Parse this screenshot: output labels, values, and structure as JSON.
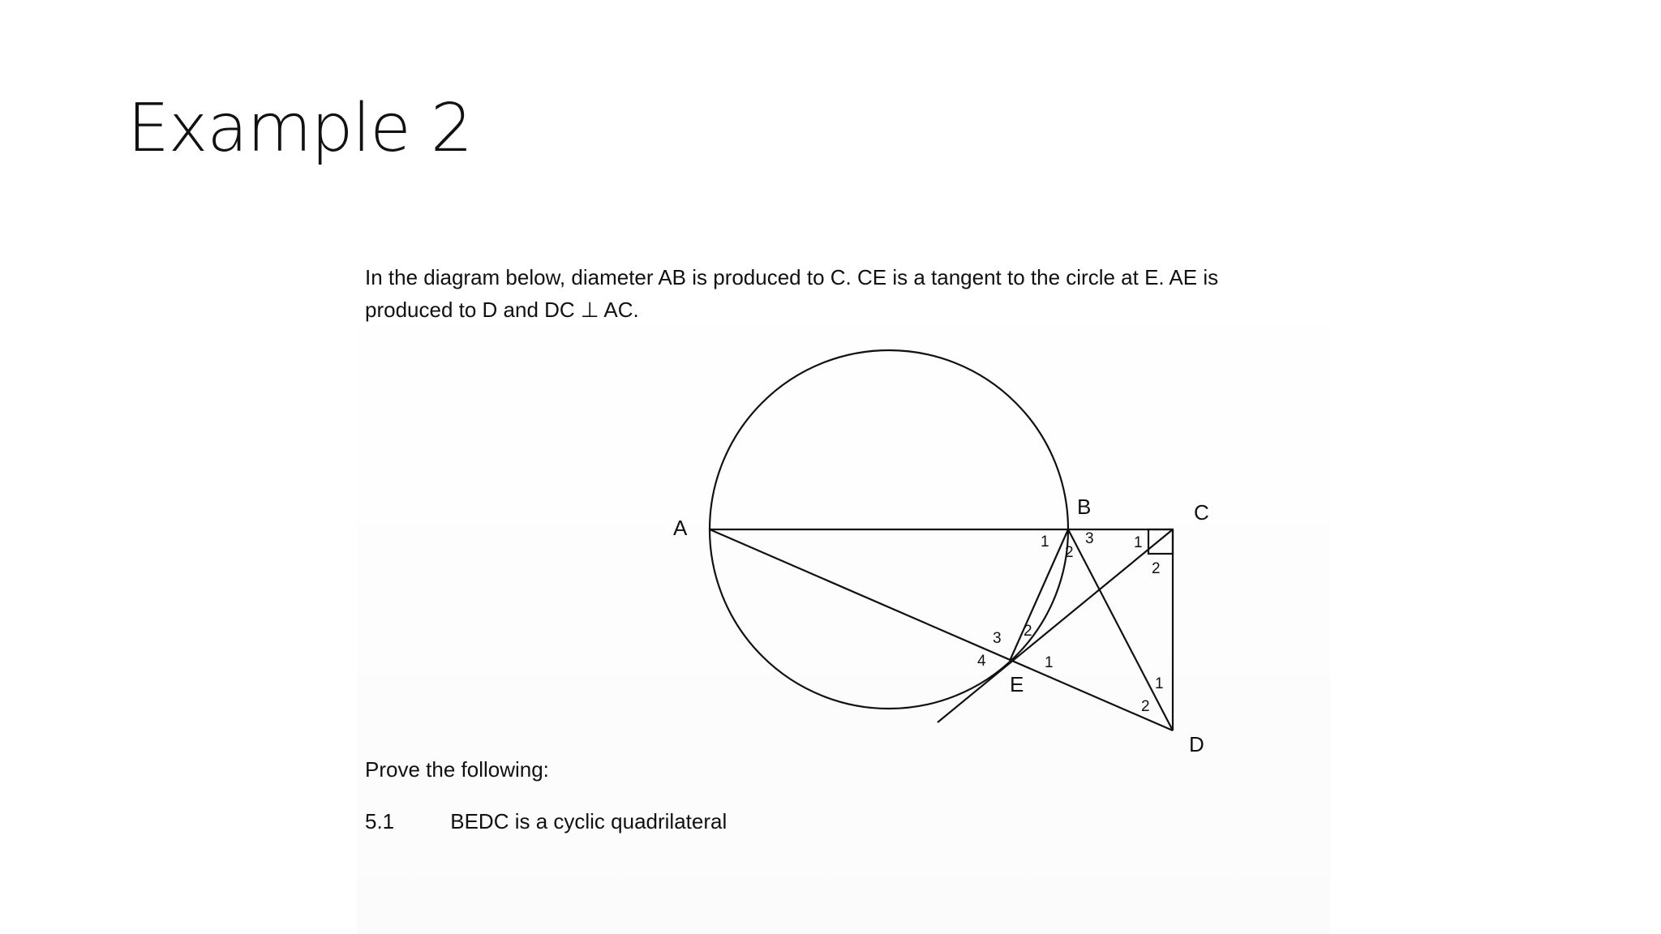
{
  "slide": {
    "title": "Example 2"
  },
  "problem": {
    "text_line_1": "In the diagram below, diameter AB is produced to C.  CE is a tangent to the circle at E.  AE is",
    "text_line_2": "produced to D and DC  ⊥ AC."
  },
  "diagram": {
    "points": {
      "A": "A",
      "B": "B",
      "C": "C",
      "D": "D",
      "E": "E"
    },
    "angles": {
      "B1": "1",
      "B2": "2",
      "B3": "3",
      "C1": "1",
      "C2": "2",
      "E1": "1",
      "E2": "2",
      "E3": "3",
      "E4": "4",
      "D1": "1",
      "D2": "2"
    }
  },
  "prove": {
    "heading": "Prove the following:",
    "questions": [
      {
        "number": "5.1",
        "text": "BEDC is a cyclic quadrilateral"
      }
    ]
  }
}
